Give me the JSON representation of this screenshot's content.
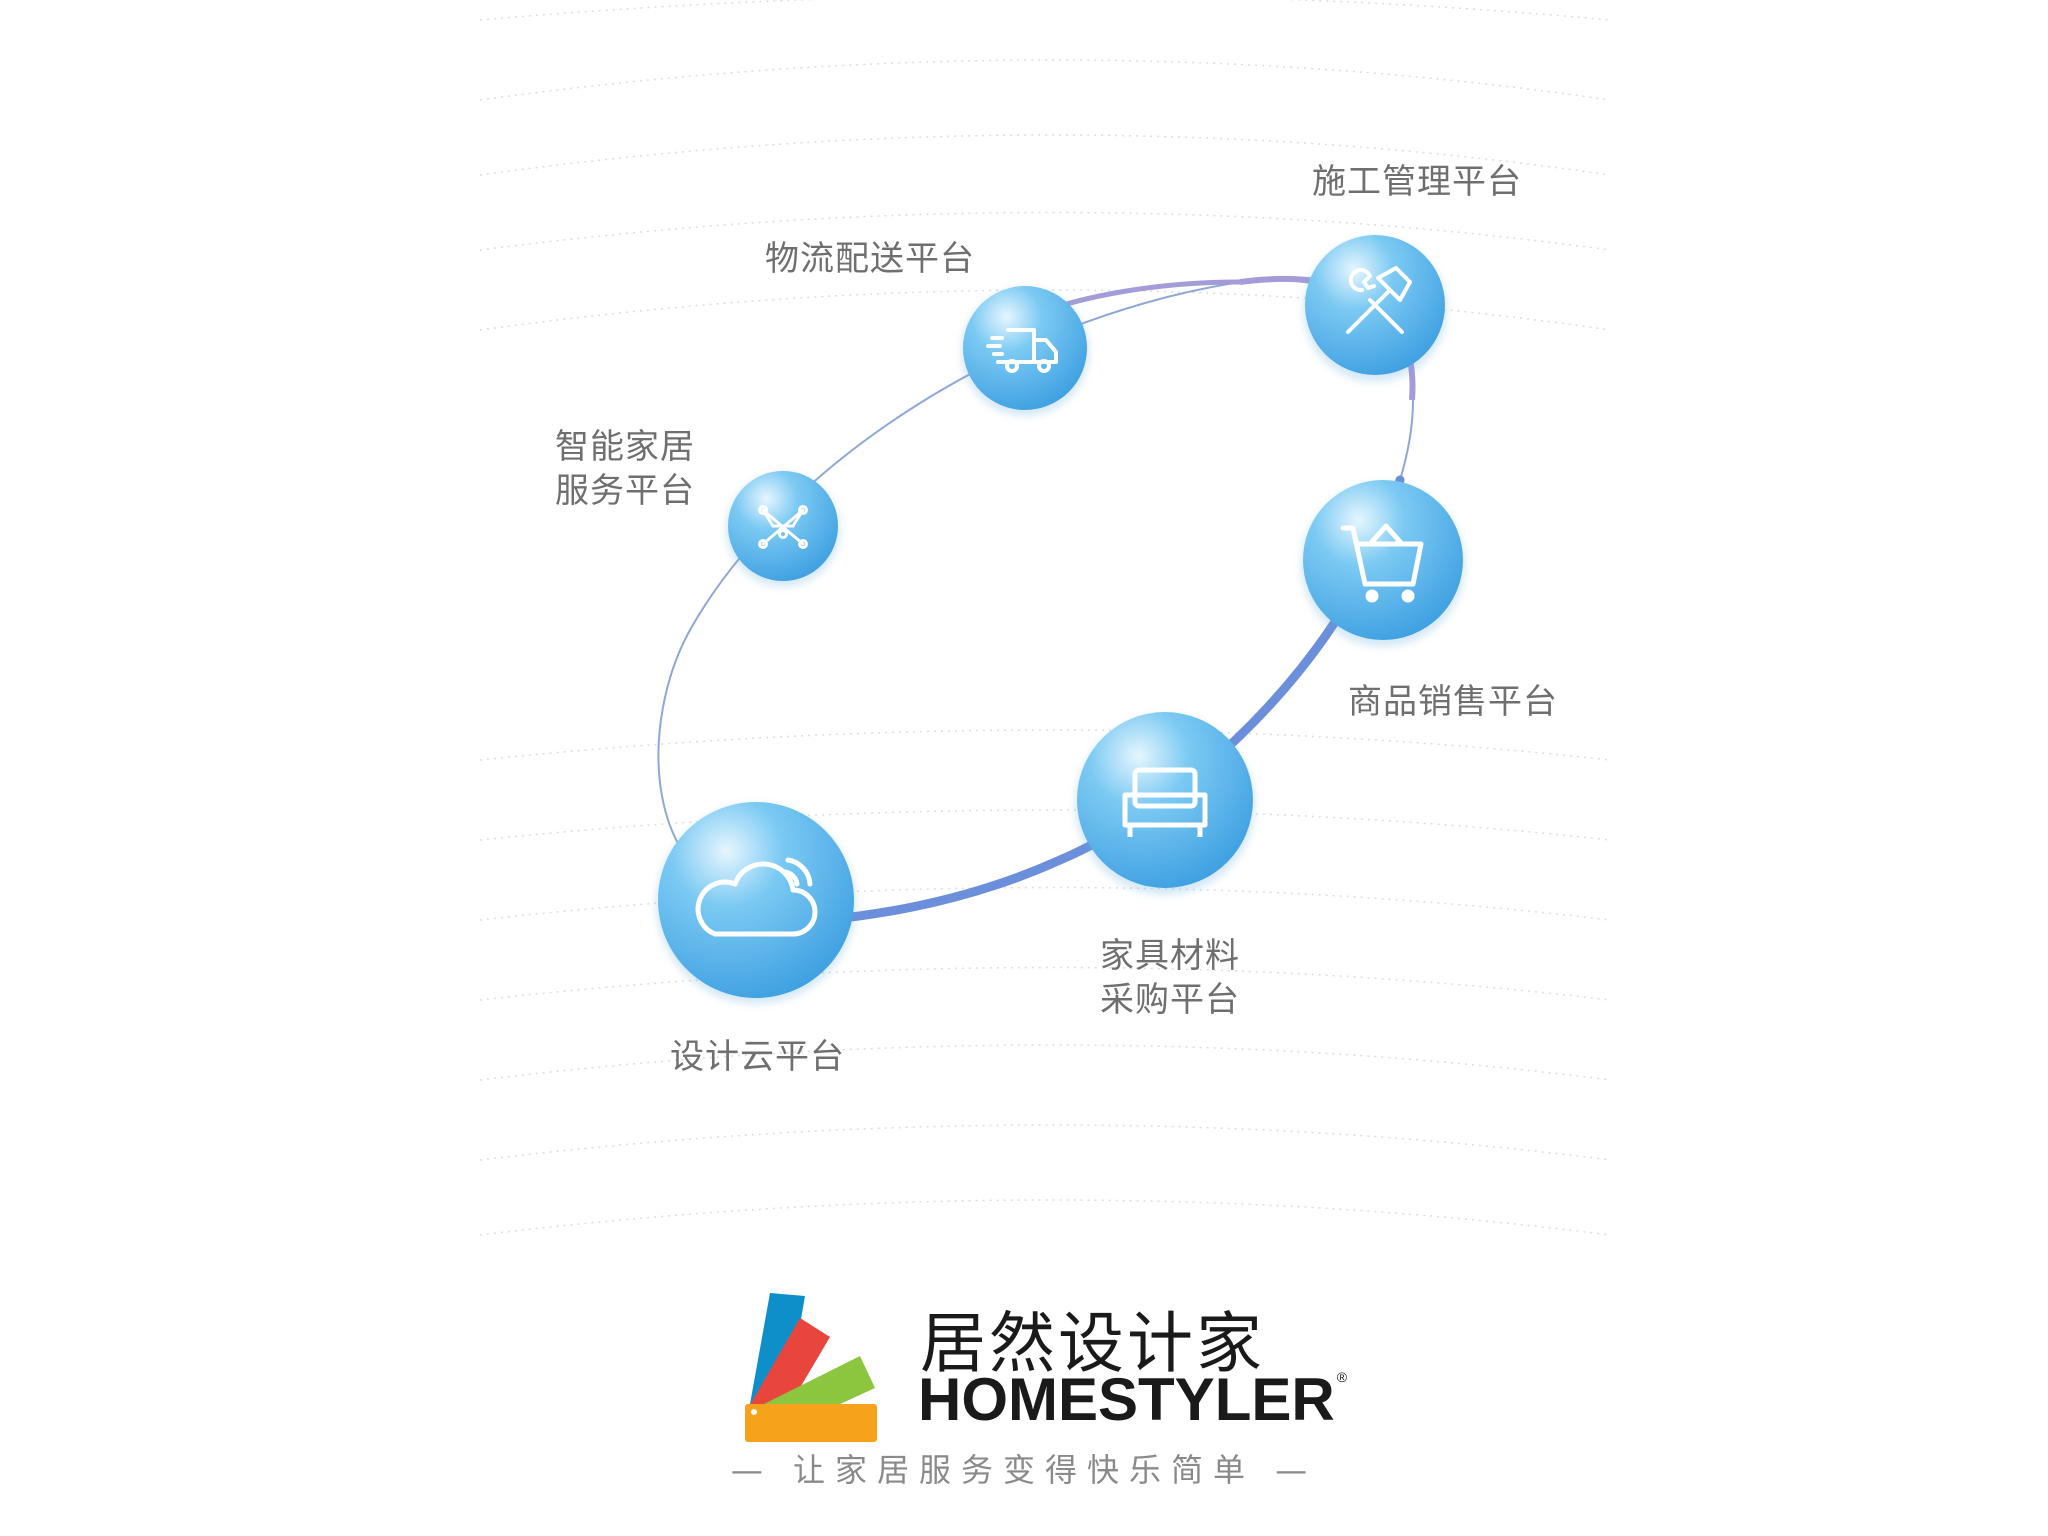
{
  "nodes": [
    {
      "id": "design",
      "label": [
        "设计云平台"
      ],
      "icon": "cloud-signal-icon"
    },
    {
      "id": "furniture",
      "label": [
        "家具材料",
        "采购平台"
      ],
      "icon": "sofa-icon"
    },
    {
      "id": "sales",
      "label": [
        "商品销售平台"
      ],
      "icon": "shopping-cart-icon"
    },
    {
      "id": "construction",
      "label": [
        "施工管理平台"
      ],
      "icon": "tools-icon"
    },
    {
      "id": "logistics",
      "label": [
        "物流配送平台"
      ],
      "icon": "delivery-truck-icon"
    },
    {
      "id": "smarthome",
      "label": [
        "智能家居",
        "服务平台"
      ],
      "icon": "network-nodes-icon"
    }
  ],
  "brand": {
    "name_cn": "居然设计家",
    "name_en": "HOMESTYLER",
    "registered": "®",
    "tagline": "— 让家居服务变得快乐简单 —",
    "logo_colors": [
      "#0f8fc9",
      "#e8463d",
      "#8cc63f",
      "#f7a21b"
    ]
  },
  "colors": {
    "ring_start": "#7fa0d6",
    "ring_end": "#9b8fd4",
    "bubble_light": "#bfe6fb",
    "bubble_dark": "#43a6e6",
    "label_text": "#6f6f6f"
  }
}
